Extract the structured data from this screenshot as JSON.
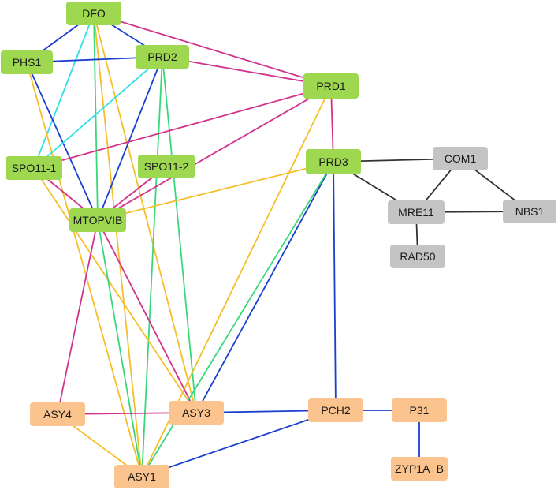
{
  "colors": {
    "green_node": "#9ed850",
    "gray_node": "#c4c4c4",
    "orange_node": "#fbc38d",
    "edge_blue": "#1a3fcf",
    "edge_magenta": "#d1338c",
    "edge_yellow": "#f6be2a",
    "edge_green": "#38d87a",
    "edge_cyan": "#2fe0e8",
    "edge_black": "#333333"
  },
  "nodes": [
    {
      "id": "DFO",
      "label": "DFO",
      "group": "green"
    },
    {
      "id": "PHS1",
      "label": "PHS1",
      "group": "green"
    },
    {
      "id": "PRD2",
      "label": "PRD2",
      "group": "green"
    },
    {
      "id": "PRD1",
      "label": "PRD1",
      "group": "green"
    },
    {
      "id": "SPO11-1",
      "label": "SPO11-1",
      "group": "green"
    },
    {
      "id": "SPO11-2",
      "label": "SPO11-2",
      "group": "green"
    },
    {
      "id": "MTOPVIB",
      "label": "MTOPVIB",
      "group": "green"
    },
    {
      "id": "PRD3",
      "label": "PRD3",
      "group": "green"
    },
    {
      "id": "COM1",
      "label": "COM1",
      "group": "gray"
    },
    {
      "id": "MRE11",
      "label": "MRE11",
      "group": "gray"
    },
    {
      "id": "NBS1",
      "label": "NBS1",
      "group": "gray"
    },
    {
      "id": "RAD50",
      "label": "RAD50",
      "group": "gray"
    },
    {
      "id": "ASY4",
      "label": "ASY4",
      "group": "orange"
    },
    {
      "id": "ASY3",
      "label": "ASY3",
      "group": "orange"
    },
    {
      "id": "PCH2",
      "label": "PCH2",
      "group": "orange"
    },
    {
      "id": "P31",
      "label": "P31",
      "group": "orange"
    },
    {
      "id": "ASY1",
      "label": "ASY1",
      "group": "orange"
    },
    {
      "id": "ZYP1A+B",
      "label": "ZYP1A+B",
      "group": "orange"
    }
  ],
  "edges": [
    {
      "source": "DFO",
      "target": "PHS1",
      "color": "edge_blue"
    },
    {
      "source": "DFO",
      "target": "PRD2",
      "color": "edge_blue"
    },
    {
      "source": "DFO",
      "target": "PRD1",
      "color": "edge_magenta"
    },
    {
      "source": "DFO",
      "target": "SPO11-1",
      "color": "edge_cyan"
    },
    {
      "source": "DFO",
      "target": "MTOPVIB",
      "color": "edge_green"
    },
    {
      "source": "DFO",
      "target": "ASY3",
      "color": "edge_yellow"
    },
    {
      "source": "DFO",
      "target": "ASY1",
      "color": "edge_yellow"
    },
    {
      "source": "PHS1",
      "target": "PRD2",
      "color": "edge_blue"
    },
    {
      "source": "PHS1",
      "target": "MTOPVIB",
      "color": "edge_blue"
    },
    {
      "source": "PHS1",
      "target": "ASY1",
      "color": "edge_yellow"
    },
    {
      "source": "PRD2",
      "target": "PRD1",
      "color": "edge_magenta"
    },
    {
      "source": "PRD2",
      "target": "SPO11-1",
      "color": "edge_cyan"
    },
    {
      "source": "PRD2",
      "target": "MTOPVIB",
      "color": "edge_blue"
    },
    {
      "source": "PRD2",
      "target": "ASY3",
      "color": "edge_green"
    },
    {
      "source": "PRD2",
      "target": "ASY1",
      "color": "edge_green"
    },
    {
      "source": "PRD1",
      "target": "SPO11-1",
      "color": "edge_magenta"
    },
    {
      "source": "PRD1",
      "target": "MTOPVIB",
      "color": "edge_magenta"
    },
    {
      "source": "PRD1",
      "target": "PRD3",
      "color": "edge_magenta"
    },
    {
      "source": "PRD1",
      "target": "ASY1",
      "color": "edge_yellow"
    },
    {
      "source": "SPO11-1",
      "target": "MTOPVIB",
      "color": "edge_magenta"
    },
    {
      "source": "SPO11-2",
      "target": "MTOPVIB",
      "color": "edge_magenta"
    },
    {
      "source": "PRD3",
      "target": "MTOPVIB",
      "color": "edge_yellow"
    },
    {
      "source": "SPO11-1",
      "target": "ASY3",
      "color": "edge_yellow"
    },
    {
      "source": "MTOPVIB",
      "target": "ASY4",
      "color": "edge_magenta"
    },
    {
      "source": "MTOPVIB",
      "target": "ASY3",
      "color": "edge_magenta"
    },
    {
      "source": "MTOPVIB",
      "target": "ASY1",
      "color": "edge_green"
    },
    {
      "source": "PRD3",
      "target": "ASY3",
      "color": "edge_blue"
    },
    {
      "source": "PRD3",
      "target": "ASY1",
      "color": "edge_green"
    },
    {
      "source": "PRD3",
      "target": "PCH2",
      "color": "edge_blue"
    },
    {
      "source": "PRD3",
      "target": "COM1",
      "color": "edge_black"
    },
    {
      "source": "PRD3",
      "target": "MRE11",
      "color": "edge_black"
    },
    {
      "source": "COM1",
      "target": "MRE11",
      "color": "edge_black"
    },
    {
      "source": "COM1",
      "target": "NBS1",
      "color": "edge_black"
    },
    {
      "source": "MRE11",
      "target": "NBS1",
      "color": "edge_black"
    },
    {
      "source": "MRE11",
      "target": "RAD50",
      "color": "edge_black"
    },
    {
      "source": "ASY4",
      "target": "ASY3",
      "color": "edge_magenta"
    },
    {
      "source": "ASY4",
      "target": "ASY1",
      "color": "edge_yellow"
    },
    {
      "source": "ASY3",
      "target": "PCH2",
      "color": "edge_blue"
    },
    {
      "source": "ASY1",
      "target": "PCH2",
      "color": "edge_blue"
    },
    {
      "source": "PCH2",
      "target": "P31",
      "color": "edge_blue"
    },
    {
      "source": "P31",
      "target": "ZYP1A+B",
      "color": "edge_blue"
    }
  ]
}
